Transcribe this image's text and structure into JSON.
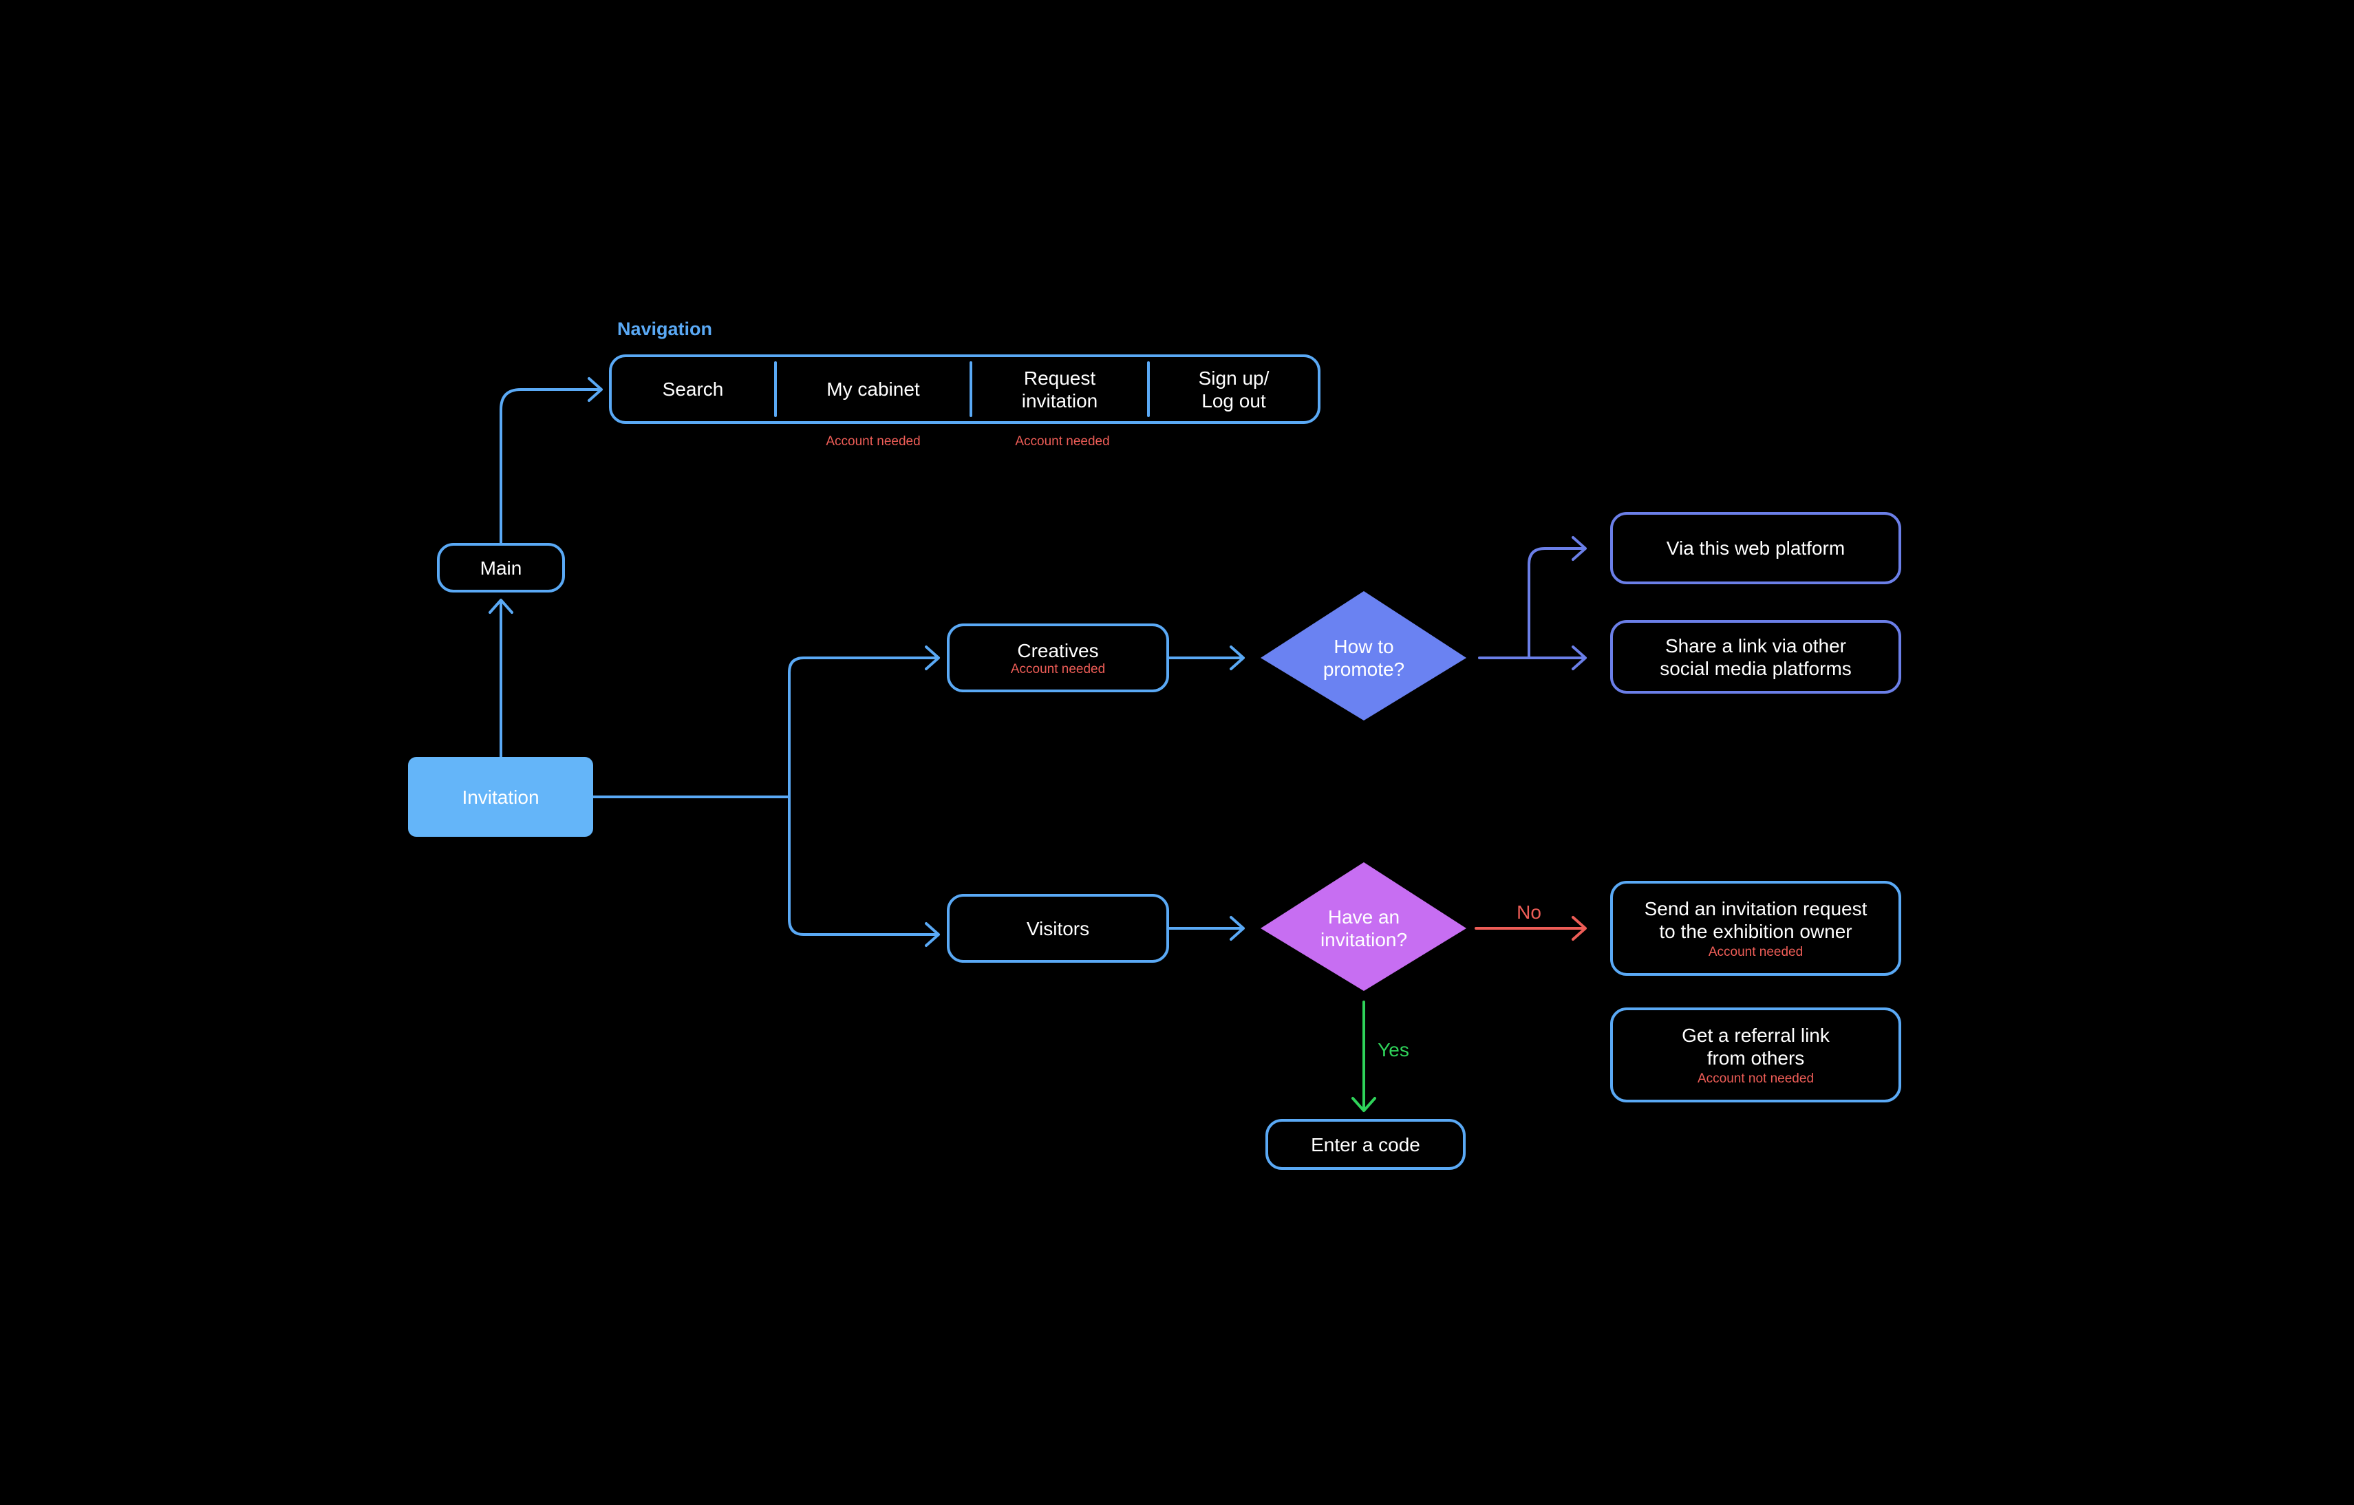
{
  "colors": {
    "background": "#000000",
    "blue_stroke": "#5aa9f5",
    "indigo_stroke": "#6b7fe8",
    "invitation_fill": "#64b5f9",
    "promote_fill": "#6a82f2",
    "invite_q_fill": "#c76ef2",
    "red": "#ee5d57",
    "green": "#2fd35a",
    "text": "#ffffff"
  },
  "navigation": {
    "title": "Navigation",
    "items": [
      {
        "label": "Search",
        "note": ""
      },
      {
        "label": "My cabinet",
        "note": "Account needed"
      },
      {
        "label": "Request\ninvitation",
        "note": "Account needed"
      },
      {
        "label": "Sign up/\nLog out",
        "note": ""
      }
    ]
  },
  "nodes": {
    "main": {
      "label": "Main"
    },
    "invitation": {
      "label": "Invitation"
    },
    "creatives": {
      "label": "Creatives",
      "note": "Account needed"
    },
    "visitors": {
      "label": "Visitors"
    },
    "how_to_promote": {
      "label": "How to\npromote?"
    },
    "have_invitation": {
      "label": "Have an\ninvitation?"
    },
    "via_platform": {
      "label": "Via this web platform"
    },
    "share_link": {
      "label": "Share a link via other\nsocial media platforms"
    },
    "send_request": {
      "label": "Send an invitation request\nto the exhibition owner",
      "note": "Account needed"
    },
    "referral": {
      "label": "Get a referral link\nfrom others",
      "note": "Account not needed"
    },
    "enter_code": {
      "label": "Enter a code"
    }
  },
  "edge_labels": {
    "no": "No",
    "yes": "Yes"
  }
}
